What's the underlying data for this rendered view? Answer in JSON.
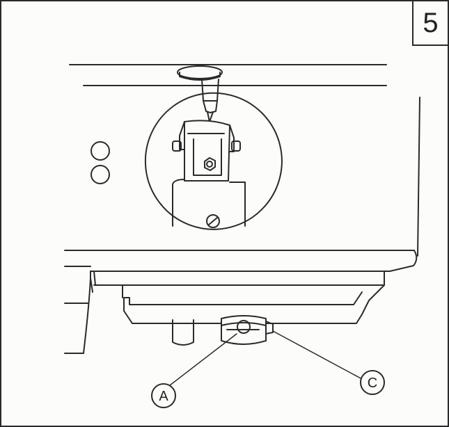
{
  "figure": {
    "step_number": "5",
    "callouts": [
      {
        "id": "A",
        "label": "A"
      },
      {
        "id": "C",
        "label": "C"
      }
    ]
  },
  "colors": {
    "line": "#2a2a2a",
    "paper": "#fcfcfa"
  }
}
